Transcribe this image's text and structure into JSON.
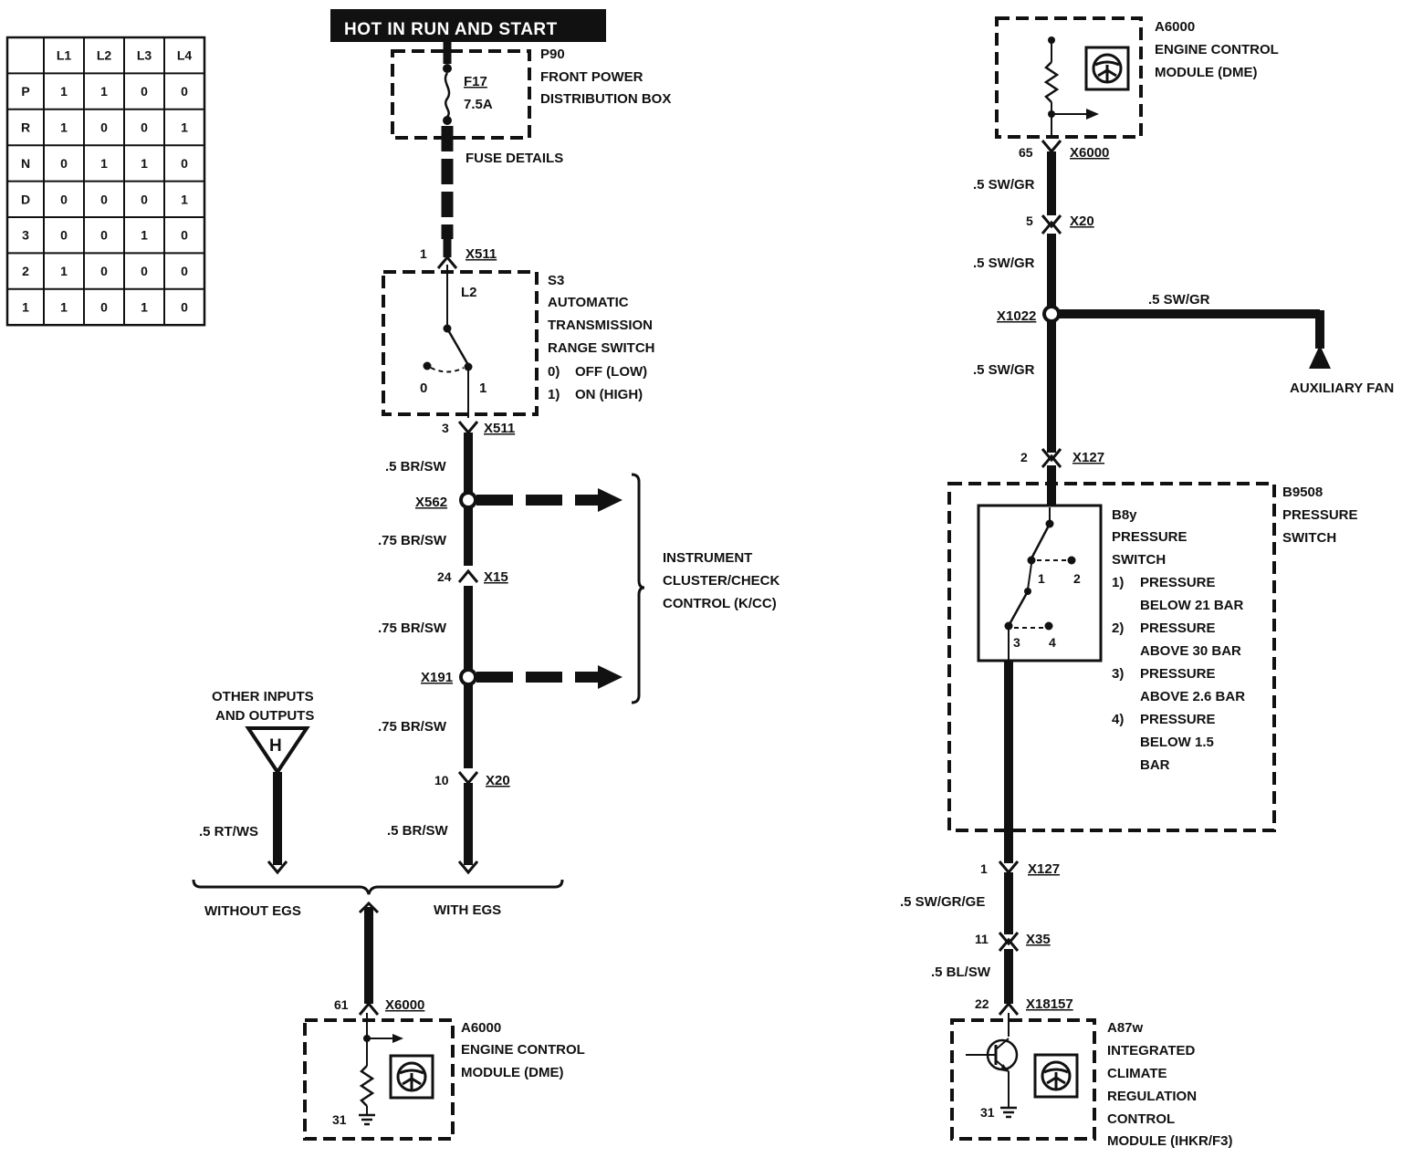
{
  "banner": "HOT IN RUN AND START",
  "truth_table": {
    "headers": [
      "",
      "L1",
      "L2",
      "L3",
      "L4"
    ],
    "rows": [
      [
        "P",
        "1",
        "1",
        "0",
        "0"
      ],
      [
        "R",
        "1",
        "0",
        "0",
        "1"
      ],
      [
        "N",
        "0",
        "1",
        "1",
        "0"
      ],
      [
        "D",
        "0",
        "0",
        "0",
        "1"
      ],
      [
        "3",
        "0",
        "0",
        "1",
        "0"
      ],
      [
        "2",
        "1",
        "0",
        "0",
        "0"
      ],
      [
        "1",
        "1",
        "0",
        "1",
        "0"
      ]
    ]
  },
  "left": {
    "fuse_box": {
      "ref": "P90",
      "name_lines": [
        "FRONT POWER",
        "DISTRIBUTION BOX"
      ],
      "fuse": "F17",
      "rating": "7.5A",
      "note": "FUSE DETAILS"
    },
    "x511_top": {
      "pin": "1",
      "conn": "X511"
    },
    "range_switch": {
      "ref": "S3",
      "name_lines": [
        "AUTOMATIC",
        "TRANSMISSION",
        "RANGE SWITCH"
      ],
      "states": [
        {
          "num": "0)",
          "text": "OFF (LOW)"
        },
        {
          "num": "1)",
          "text": "ON (HIGH)"
        }
      ],
      "contact_label": "L2",
      "pos_0": "0",
      "pos_1": "1"
    },
    "x511_bot": {
      "pin": "3",
      "conn": "X511"
    },
    "wire_1": ".5 BR/SW",
    "splice_1": "X562",
    "wire_2": ".75 BR/SW",
    "x15": {
      "pin": "24",
      "conn": "X15"
    },
    "wire_3": ".75 BR/SW",
    "splice_2": "X191",
    "wire_4": ".75 BR/SW",
    "x20": {
      "pin": "10",
      "conn": "X20"
    },
    "wire_5": ".5 BR/SW",
    "instrument_lines": [
      "INSTRUMENT",
      "CLUSTER/CHECK",
      "CONTROL (K/CC)"
    ],
    "other_io_lines": [
      "OTHER INPUTS",
      "AND OUTPUTS"
    ],
    "other_io_symbol": "H",
    "wire_h": ".5 RT/WS",
    "without_egs": "WITHOUT EGS",
    "with_egs": "WITH EGS",
    "x6000": {
      "pin": "61",
      "conn": "X6000"
    },
    "ecm": {
      "ref": "A6000",
      "name_lines": [
        "ENGINE CONTROL",
        "MODULE (DME)"
      ],
      "ground": "31"
    }
  },
  "right": {
    "ecm": {
      "ref": "A6000",
      "name_lines": [
        "ENGINE CONTROL",
        "MODULE (DME)"
      ]
    },
    "x6000": {
      "pin": "65",
      "conn": "X6000"
    },
    "wire_1": ".5 SW/GR",
    "x20": {
      "pin": "5",
      "conn": "X20"
    },
    "wire_2": ".5 SW/GR",
    "splice": "X1022",
    "wire_branch": ".5 SW/GR",
    "aux_fan": "AUXILIARY FAN",
    "wire_3": ".5 SW/GR",
    "x127_top": {
      "pin": "2",
      "conn": "X127"
    },
    "pressure_switch": {
      "ref": "B9508",
      "name_lines": [
        "PRESSURE",
        "SWITCH"
      ],
      "inner_ref": "B8y",
      "inner_lines": [
        "PRESSURE",
        "SWITCH"
      ],
      "states": [
        {
          "num": "1)",
          "lines": [
            "PRESSURE",
            "BELOW 21 BAR"
          ]
        },
        {
          "num": "2)",
          "lines": [
            "PRESSURE",
            "ABOVE 30 BAR"
          ]
        },
        {
          "num": "3)",
          "lines": [
            "PRESSURE",
            "ABOVE 2.6 BAR"
          ]
        },
        {
          "num": "4)",
          "lines": [
            "PRESSURE",
            "BELOW 1.5",
            "BAR"
          ]
        }
      ],
      "contacts": [
        "1",
        "2",
        "3",
        "4"
      ]
    },
    "x127_bot": {
      "pin": "1",
      "conn": "X127"
    },
    "wire_4": ".5 SW/GR/GE",
    "x35": {
      "pin": "11",
      "conn": "X35"
    },
    "wire_5": ".5 BL/SW",
    "x18157": {
      "pin": "22",
      "conn": "X18157"
    },
    "climate": {
      "ref": "A87w",
      "name_lines": [
        "INTEGRATED",
        "CLIMATE",
        "REGULATION",
        "CONTROL",
        "MODULE (IHKR/F3)"
      ],
      "ground": "31"
    }
  }
}
